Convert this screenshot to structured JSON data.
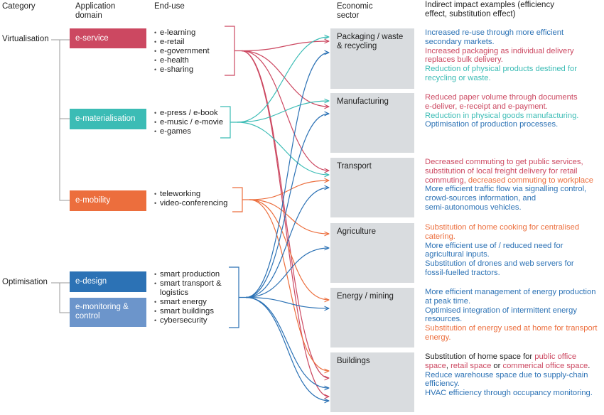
{
  "headers": {
    "category": "Category",
    "domain_line1": "Application",
    "domain_line2": "domain",
    "enduse": "End-use",
    "sector_line1": "Economic",
    "sector_line2": "sector",
    "impact_line1": "Indirect impact examples (efficiency",
    "impact_line2": "effect, substitution effect)"
  },
  "categories": {
    "virtualisation": "Virtualisation",
    "optimisation": "Optimisation"
  },
  "colors": {
    "red": "#cc4861",
    "teal": "#3bbcb5",
    "orange": "#ec6e3d",
    "blue": "#2c72b5",
    "lightblue": "#6c95cb",
    "sector_bg": "#d9dcdf"
  },
  "domains": {
    "eservice": "e-service",
    "emat": "e-materialisation",
    "emobility": "e-mobility",
    "edesign": "e-design",
    "emonitor_line1": "e-monitoring &",
    "emonitor_line2": "control"
  },
  "enduses": {
    "service": [
      "e-learning",
      "e-retail",
      "e-government",
      "e-health",
      "e-sharing"
    ],
    "mat": [
      "e-press / e-book",
      "e-music / e-movie",
      "e-games"
    ],
    "mobility": [
      "teleworking",
      "video-conferencing"
    ],
    "opt": [
      "smart production",
      "smart transport &",
      "logistics",
      "smart energy",
      "smart buildings",
      "cybersecurity"
    ]
  },
  "sectors": {
    "packaging_line1": "Packaging / waste",
    "packaging_line2": "& recycling",
    "manufacturing": "Manufacturing",
    "transport": "Transport",
    "agriculture": "Agriculture",
    "energy": "Energy / mining",
    "buildings": "Buildings"
  },
  "impacts": {
    "packaging": [
      "Increased re-use through more efficient",
      "secondary markets.",
      "Increased packaging as individual delivery",
      "replaces bulk delivery.",
      "Reduction of physical products destined for",
      "recycling or waste."
    ],
    "manufacturing": [
      "Reduced paper volume through documents",
      "e-deliver, e-receipt and e-payment.",
      "Reduction in physical goods manufacturing.",
      "Optimisation of production processes."
    ],
    "transport": [
      "Decreased commuting to get public services,",
      "substitution of local freight delivery for retail",
      "commuting,",
      " decreased commuting to workplace",
      "More efficient traffic flow via signalling control,",
      "crowd-sources information, and",
      "semi-autonomous vehicles."
    ],
    "agriculture": [
      "Substitution of home cooking for centralised",
      "catering.",
      "More efficient use of / reduced need for",
      "agricultural inputs.",
      "Substitution of drones and web servers for",
      "fossil-fuelled tractors."
    ],
    "energy": [
      "More efficient management of energy production",
      "at peak time.",
      "Optimised integration of intermittent energy",
      "resources.",
      "Substitution of energy used at home for transport",
      "energy."
    ],
    "buildings": [
      "Substitution of home space for ",
      "public office",
      "space",
      ", ",
      "retail space",
      " or ",
      "commerical office space",
      ".",
      "Reduce warehouse space due to supply-chain",
      "efficiency.",
      "HVAC efficiency through occupancy monitoring."
    ]
  }
}
